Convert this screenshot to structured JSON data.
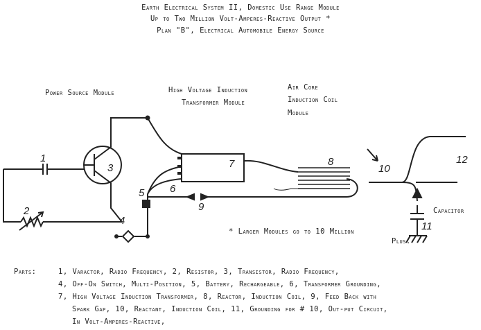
{
  "title": {
    "line1": "Earth Electrical System II, Domestic Use Range Module",
    "line2": "Up to Two Million Volt-Amperes-Reactive Output *",
    "line3": "Plan \"B\", Electrical Automobile Energy Source"
  },
  "labels": {
    "power_source": "Power Source Module",
    "hv_line1": "High Voltage Induction",
    "hv_line2": "Transformer Module",
    "air_line1": "Air Core",
    "air_line2": "Induction Coil",
    "air_line3": "Module",
    "capacitor": "Capacitor",
    "note_line1": "* Larger Modules go to 10 Million",
    "note_line2": "Plus."
  },
  "numbers": {
    "n1": "1",
    "n2": "2",
    "n3": "3",
    "n4": "4",
    "n5": "5",
    "n6": "6",
    "n7": "7",
    "n8": "8",
    "n9": "9",
    "n10": "10",
    "n11": "11",
    "n12": "12"
  },
  "parts": {
    "heading": "Parts:",
    "lines": [
      "1, Varactor, Radio Frequency, 2, Resistor, 3, Transistor, Radio Frequency,",
      "4, Off-On Switch, Multi-Position, 5, Battery, Rechargeable, 6, Transformer Grounding,",
      "7, High Voltage Induction Transformer, 8, Reactor, Induction Coil, 9, Feed Back with",
      "Spark Gap, 10, Reactant, Induction Coil, 11, Grounding for # 10, Out-put Circuit,",
      "In Volt-Amperes-Reactive,"
    ]
  }
}
